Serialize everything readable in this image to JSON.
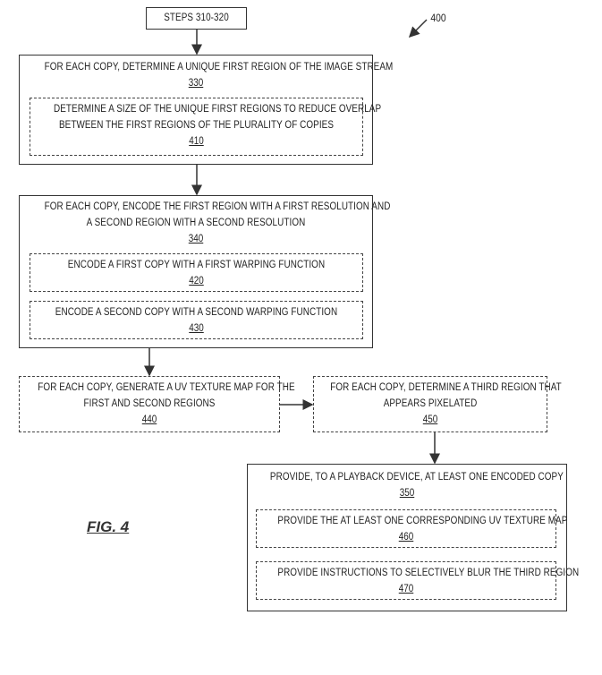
{
  "figure": {
    "title": "FIG. 4",
    "ref_number": "400"
  },
  "nodes": {
    "steps": {
      "text": "STEPS 310-320"
    },
    "n330": {
      "lines": [
        "FOR EACH COPY, DETERMINE A UNIQUE FIRST REGION OF THE IMAGE STREAM"
      ],
      "ref": "330"
    },
    "n410": {
      "lines": [
        "DETERMINE A SIZE OF THE UNIQUE FIRST REGIONS TO REDUCE OVERLAP",
        "BETWEEN THE FIRST REGIONS OF THE PLURALITY OF COPIES"
      ],
      "ref": "410"
    },
    "n340": {
      "lines": [
        "FOR EACH COPY, ENCODE THE FIRST REGION WITH A FIRST RESOLUTION AND",
        "A SECOND REGION WITH A SECOND RESOLUTION"
      ],
      "ref": "340"
    },
    "n420": {
      "lines": [
        "ENCODE A FIRST COPY WITH A FIRST WARPING FUNCTION"
      ],
      "ref": "420"
    },
    "n430": {
      "lines": [
        "ENCODE A SECOND COPY WITH A SECOND WARPING FUNCTION"
      ],
      "ref": "430"
    },
    "n440": {
      "lines": [
        "FOR EACH COPY, GENERATE A UV TEXTURE MAP FOR THE",
        "FIRST AND SECOND REGIONS"
      ],
      "ref": "440"
    },
    "n450": {
      "lines": [
        "FOR EACH COPY, DETERMINE A THIRD REGION THAT",
        "APPEARS PIXELATED"
      ],
      "ref": "450"
    },
    "n350": {
      "lines": [
        "PROVIDE, TO A PLAYBACK DEVICE, AT LEAST ONE ENCODED COPY"
      ],
      "ref": "350"
    },
    "n460": {
      "lines": [
        "PROVIDE THE AT LEAST ONE CORRESPONDING UV TEXTURE MAP"
      ],
      "ref": "460"
    },
    "n470": {
      "lines": [
        "PROVIDE INSTRUCTIONS TO SELECTIVELY BLUR THE THIRD REGION"
      ],
      "ref": "470"
    }
  },
  "edges": [
    {
      "from": "steps",
      "to": "n330"
    },
    {
      "from": "n330",
      "to": "n340"
    },
    {
      "from": "n340",
      "to": "n440"
    },
    {
      "from": "n440",
      "to": "n450"
    },
    {
      "from": "n450",
      "to": "n350"
    }
  ],
  "style": {
    "line_color": "#333333",
    "background": "#ffffff"
  }
}
